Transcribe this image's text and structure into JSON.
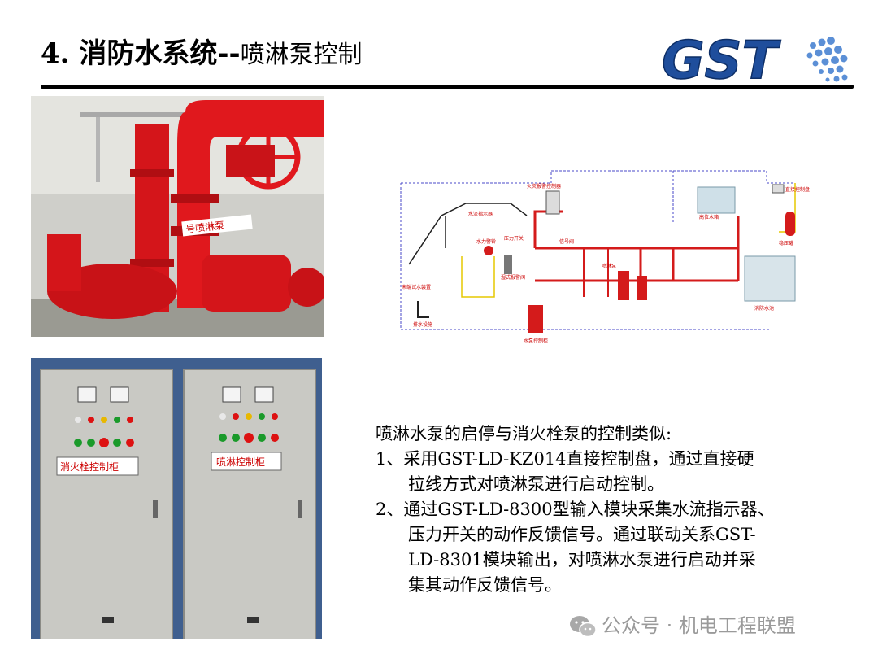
{
  "header": {
    "title_main": "4. 消防水系统--",
    "title_sub": "喷淋泵控制"
  },
  "logo": {
    "text": "GST",
    "icon": "gst-logo"
  },
  "photos": {
    "pump": {
      "label": "号喷淋泵",
      "icon": "sprinkler-pump-photo"
    },
    "cabinets": {
      "left_label": "消火栓控制柜",
      "right_label": "喷淋控制柜",
      "icon": "control-cabinet-photo"
    }
  },
  "diagram": {
    "icon": "sprinkler-system-diagram",
    "labels": {
      "fire_alarm": "火灾报警控制器",
      "signal_valve": "信号阀",
      "flow_indicator": "水流指示器",
      "wet_valve": "湿式报警阀",
      "pressure_switch": "压力开关",
      "pump": "喷淋泵",
      "tank": "消防水池",
      "roof_tank": "高位水箱",
      "control_panel": "直接控制盘",
      "end_test": "末端试水装置",
      "drain": "排水设施",
      "water_bell": "水力警铃",
      "pressure_tank": "稳压罐",
      "pump_cabinet": "水泵控制柜"
    }
  },
  "body": {
    "intro": "喷淋水泵的启停与消火栓泵的控制类似:",
    "item1_line1": "1、采用GST-LD-KZ014直接控制盘，通过直接硬",
    "item1_line2": "拉线方式对喷淋泵进行启动控制。",
    "item2_line1": "2、通过GST-LD-8300型输入模块采集水流指示器、",
    "item2_line2": "压力开关的动作反馈信号。通过联动关系GST-",
    "item2_line3": "LD-8301模块输出，对喷淋水泵进行启动并采",
    "item2_line4": "集其动作反馈信号。"
  },
  "watermark": {
    "text": "公众号 · 机电工程联盟",
    "icon": "wechat-icon"
  }
}
